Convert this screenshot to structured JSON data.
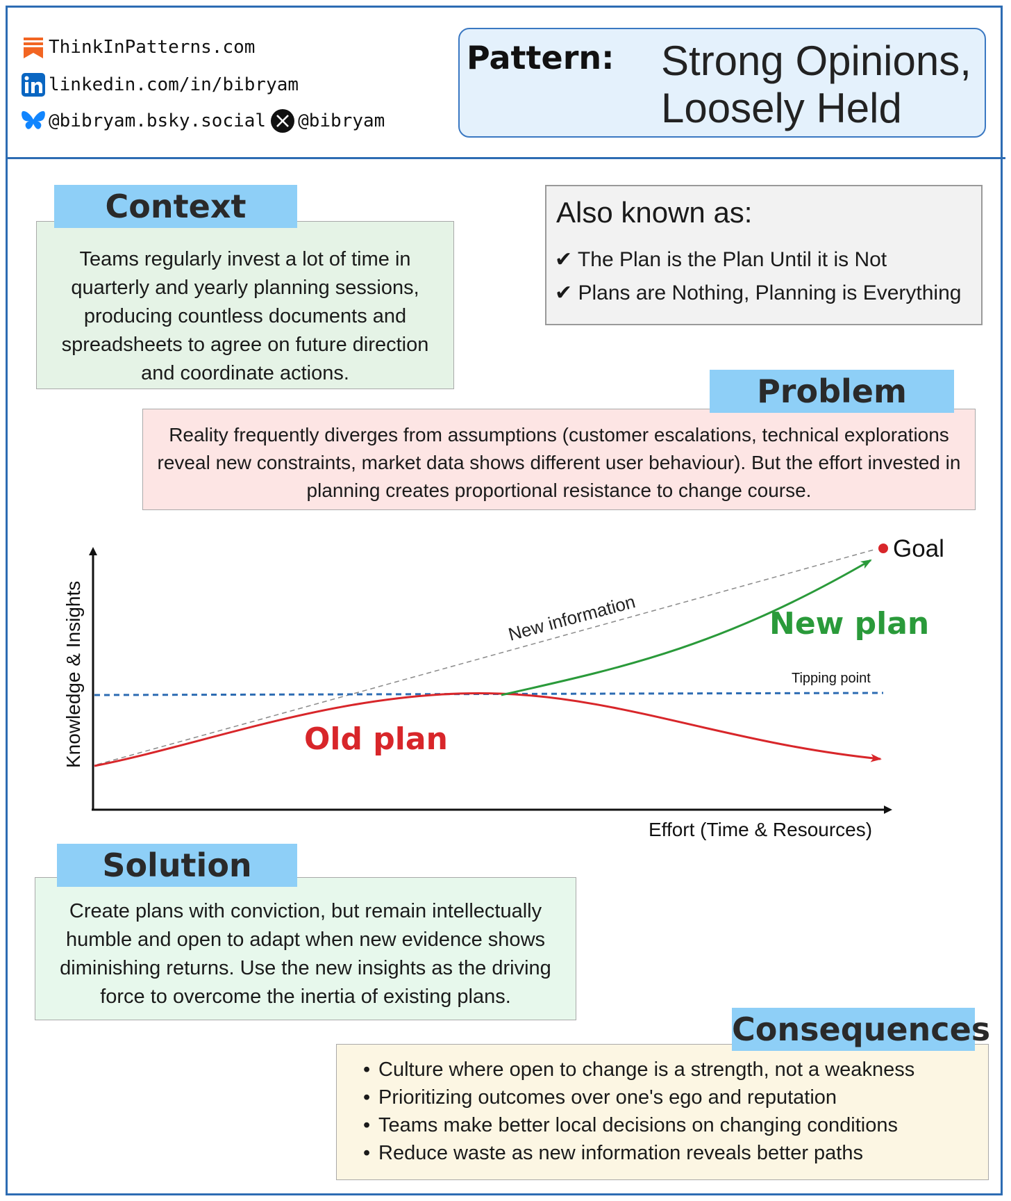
{
  "header": {
    "site": "ThinkInPatterns.com",
    "linkedin": "linkedin.com/in/bibryam",
    "bluesky": "@bibryam.bsky.social",
    "x_handle": "@bibryam",
    "pattern_label": "Pattern:",
    "pattern_title_line1": "Strong Opinions,",
    "pattern_title_line2": "Loosely Held"
  },
  "icons": {
    "site": "substack-icon",
    "linkedin": "linkedin-icon",
    "bluesky": "bluesky-butterfly-icon",
    "x": "x-logo-icon"
  },
  "context": {
    "tag": "Context",
    "text": "Teams regularly invest a lot of time in quarterly and yearly planning sessions, producing countless documents and spreadsheets to agree on future direction and coordinate actions."
  },
  "aka": {
    "title": "Also known as:",
    "items": [
      "✔ The Plan is the Plan Until it is Not",
      "✔ Plans are Nothing, Planning is Everything"
    ]
  },
  "problem": {
    "tag": "Problem",
    "text": "Reality frequently diverges from assumptions (customer escalations, technical explorations reveal new constraints, market data shows different user behaviour). But the effort invested in planning creates proportional resistance to change course."
  },
  "diagram": {
    "y_axis_label": "Knowledge & Insights",
    "x_axis_label": "Effort (Time & Resources)",
    "goal_label": "Goal",
    "new_information_label": "New information",
    "tipping_point_label": "Tipping point",
    "old_plan_label": "Old plan",
    "new_plan_label": "New plan",
    "colors": {
      "old_plan": "#d8262a",
      "new_plan": "#2a9a3a",
      "tipping": "#2d6cb3",
      "goal": "#d8262a"
    }
  },
  "solution": {
    "tag": "Solution",
    "text": "Create plans with conviction, but remain intellectually humble and open to adapt when new evidence shows diminishing returns. Use the new insights as the driving  force to overcome the inertia of existing plans."
  },
  "consequences": {
    "tag": "Consequences",
    "items": [
      "Culture where open to change is a strength, not a weakness",
      "Prioritizing outcomes over one's ego and reputation",
      "Teams make better local decisions on changing conditions",
      "Reduce waste as new information reveals better paths"
    ]
  },
  "colors": {
    "frame": "#2d6cb3",
    "tag_bg": "#8ecff7",
    "context_bg": "#e5f3e6",
    "aka_bg": "#f2f2f2",
    "problem_bg": "#fde5e4",
    "solution_bg": "#e7f8ec",
    "consequences_bg": "#fcf6e3",
    "pattern_bg": "#e4f1fc"
  }
}
